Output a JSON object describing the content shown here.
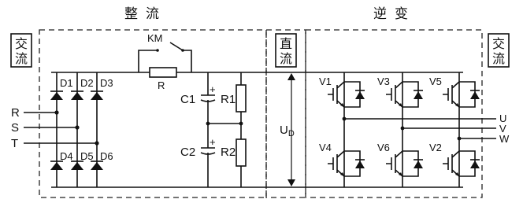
{
  "sections": {
    "rectifier_title": "整流",
    "inverter_title": "逆变",
    "ac_in": [
      "交",
      "流"
    ],
    "dc_link": [
      "直",
      "流"
    ],
    "ac_out": [
      "交",
      "流"
    ]
  },
  "inputs": [
    "R",
    "S",
    "T"
  ],
  "outputs": [
    "U",
    "V",
    "W"
  ],
  "rectifier_diodes": [
    "D1",
    "D2",
    "D3",
    "D4",
    "D5",
    "D6"
  ],
  "switch_label": "KM",
  "resistor_label": "R",
  "capacitors": [
    "C1",
    "C2"
  ],
  "resistors": [
    "R1",
    "R2"
  ],
  "dc_voltage": {
    "main": "U",
    "sub": "D"
  },
  "inverter_switches": [
    "V1",
    "V3",
    "V5",
    "V4",
    "V6",
    "V2"
  ],
  "polarity": "+"
}
